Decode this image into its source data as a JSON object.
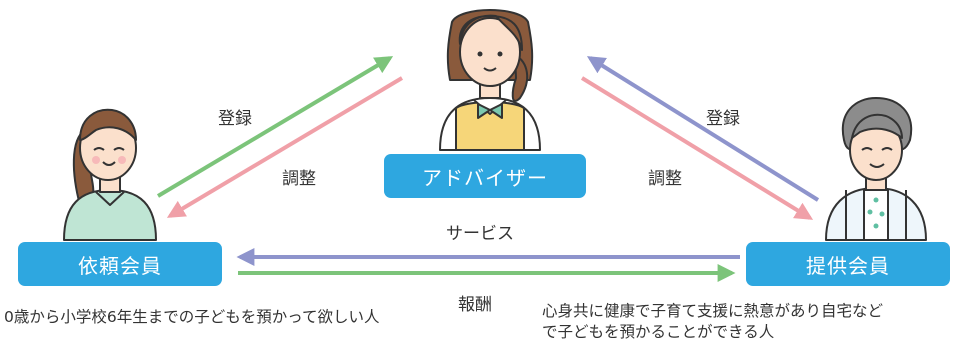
{
  "roles": {
    "adviser": "アドバイザー",
    "requester": "依頼会員",
    "provider": "提供会員"
  },
  "labels": {
    "register_left": "登録",
    "adjust_left": "調整",
    "register_right": "登録",
    "adjust_right": "調整",
    "service": "サービス",
    "reward": "報酬"
  },
  "descriptions": {
    "requester": "0歳から小学校6年生までの子どもを預かって欲しい人",
    "provider_line1": "心身共に健康で子育て支援に熱意があり自宅など",
    "provider_line2": "で子どもを預かることができる人"
  },
  "colors": {
    "box": "#2ea7e0",
    "arrow_green": "#7cc47a",
    "arrow_pink": "#f0a0a8",
    "arrow_blue": "#8e94cc"
  }
}
